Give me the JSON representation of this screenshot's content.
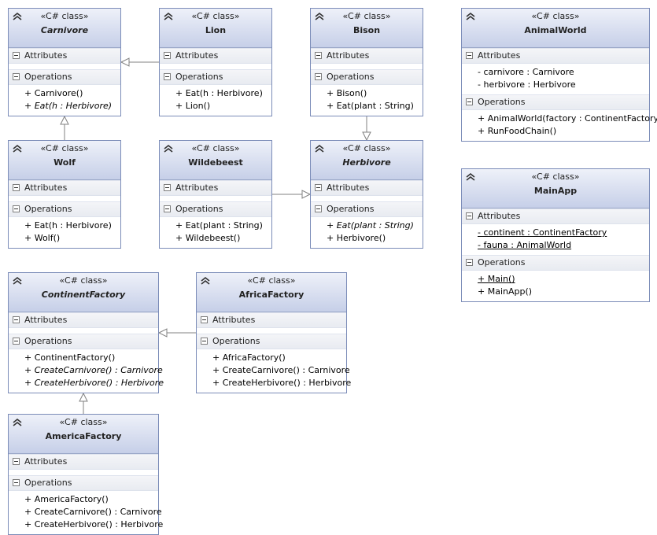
{
  "classes": [
    {
      "id": "carnivore",
      "stereotype": "«C# class»",
      "name": "Carnivore",
      "abstract": true,
      "attributes": [],
      "operations": [
        {
          "text": "+ Carnivore()",
          "abstract": false,
          "static": false
        },
        {
          "text": "+ Eat(h : Herbivore)",
          "abstract": true,
          "static": false
        }
      ]
    },
    {
      "id": "lion",
      "stereotype": "«C# class»",
      "name": "Lion",
      "abstract": false,
      "attributes": [],
      "operations": [
        {
          "text": "+ Eat(h : Herbivore)",
          "abstract": false,
          "static": false
        },
        {
          "text": "+ Lion()",
          "abstract": false,
          "static": false
        }
      ]
    },
    {
      "id": "bison",
      "stereotype": "«C# class»",
      "name": "Bison",
      "abstract": false,
      "attributes": [],
      "operations": [
        {
          "text": "+ Bison()",
          "abstract": false,
          "static": false
        },
        {
          "text": "+ Eat(plant : String)",
          "abstract": false,
          "static": false
        }
      ]
    },
    {
      "id": "animalworld",
      "stereotype": "«C# class»",
      "name": "AnimalWorld",
      "abstract": false,
      "attributes": [
        {
          "text": "- carnivore : Carnivore",
          "abstract": false,
          "static": false
        },
        {
          "text": "- herbivore : Herbivore",
          "abstract": false,
          "static": false
        }
      ],
      "operations": [
        {
          "text": "+ AnimalWorld(factory : ContinentFactory)",
          "abstract": false,
          "static": false
        },
        {
          "text": "+ RunFoodChain()",
          "abstract": false,
          "static": false
        }
      ]
    },
    {
      "id": "wolf",
      "stereotype": "«C# class»",
      "name": "Wolf",
      "abstract": false,
      "attributes": [],
      "operations": [
        {
          "text": "+ Eat(h : Herbivore)",
          "abstract": false,
          "static": false
        },
        {
          "text": "+ Wolf()",
          "abstract": false,
          "static": false
        }
      ]
    },
    {
      "id": "wildebeest",
      "stereotype": "«C# class»",
      "name": "Wildebeest",
      "abstract": false,
      "attributes": [],
      "operations": [
        {
          "text": "+ Eat(plant : String)",
          "abstract": false,
          "static": false
        },
        {
          "text": "+ Wildebeest()",
          "abstract": false,
          "static": false
        }
      ]
    },
    {
      "id": "herbivore",
      "stereotype": "«C# class»",
      "name": "Herbivore",
      "abstract": true,
      "attributes": [],
      "operations": [
        {
          "text": "+ Eat(plant : String)",
          "abstract": true,
          "static": false
        },
        {
          "text": "+ Herbivore()",
          "abstract": false,
          "static": false
        }
      ]
    },
    {
      "id": "mainapp",
      "stereotype": "«C# class»",
      "name": "MainApp",
      "abstract": false,
      "attributes": [
        {
          "text": "- continent : ContinentFactory",
          "abstract": false,
          "static": true
        },
        {
          "text": "- fauna : AnimalWorld",
          "abstract": false,
          "static": true
        }
      ],
      "operations": [
        {
          "text": "+ Main()",
          "abstract": false,
          "static": true
        },
        {
          "text": "+ MainApp()",
          "abstract": false,
          "static": false
        }
      ]
    },
    {
      "id": "continentfactory",
      "stereotype": "«C# class»",
      "name": "ContinentFactory",
      "abstract": true,
      "attributes": [],
      "operations": [
        {
          "text": "+ ContinentFactory()",
          "abstract": false,
          "static": false
        },
        {
          "text": "+ CreateCarnivore() : Carnivore",
          "abstract": true,
          "static": false
        },
        {
          "text": "+ CreateHerbivore() : Herbivore",
          "abstract": true,
          "static": false
        }
      ]
    },
    {
      "id": "africafactory",
      "stereotype": "«C# class»",
      "name": "AfricaFactory",
      "abstract": false,
      "attributes": [],
      "operations": [
        {
          "text": "+ AfricaFactory()",
          "abstract": false,
          "static": false
        },
        {
          "text": "+ CreateCarnivore() : Carnivore",
          "abstract": false,
          "static": false
        },
        {
          "text": "+ CreateHerbivore() : Herbivore",
          "abstract": false,
          "static": false
        }
      ]
    },
    {
      "id": "americafactory",
      "stereotype": "«C# class»",
      "name": "AmericaFactory",
      "abstract": false,
      "attributes": [],
      "operations": [
        {
          "text": "+ AmericaFactory()",
          "abstract": false,
          "static": false
        },
        {
          "text": "+ CreateCarnivore() : Carnivore",
          "abstract": false,
          "static": false
        },
        {
          "text": "+ CreateHerbivore() : Herbivore",
          "abstract": false,
          "static": false
        }
      ]
    }
  ],
  "labels": {
    "attributes": "Attributes",
    "operations": "Operations"
  },
  "inheritance": [
    {
      "child": "lion",
      "parent": "carnivore"
    },
    {
      "child": "wolf",
      "parent": "carnivore"
    },
    {
      "child": "bison",
      "parent": "herbivore"
    },
    {
      "child": "wildebeest",
      "parent": "herbivore"
    },
    {
      "child": "africafactory",
      "parent": "continentfactory"
    },
    {
      "child": "americafactory",
      "parent": "continentfactory"
    }
  ],
  "colors": {
    "border": "#7b8cb8",
    "header_top": "#eef1f9",
    "header_bottom": "#c6cfe8",
    "line": "#808080"
  }
}
